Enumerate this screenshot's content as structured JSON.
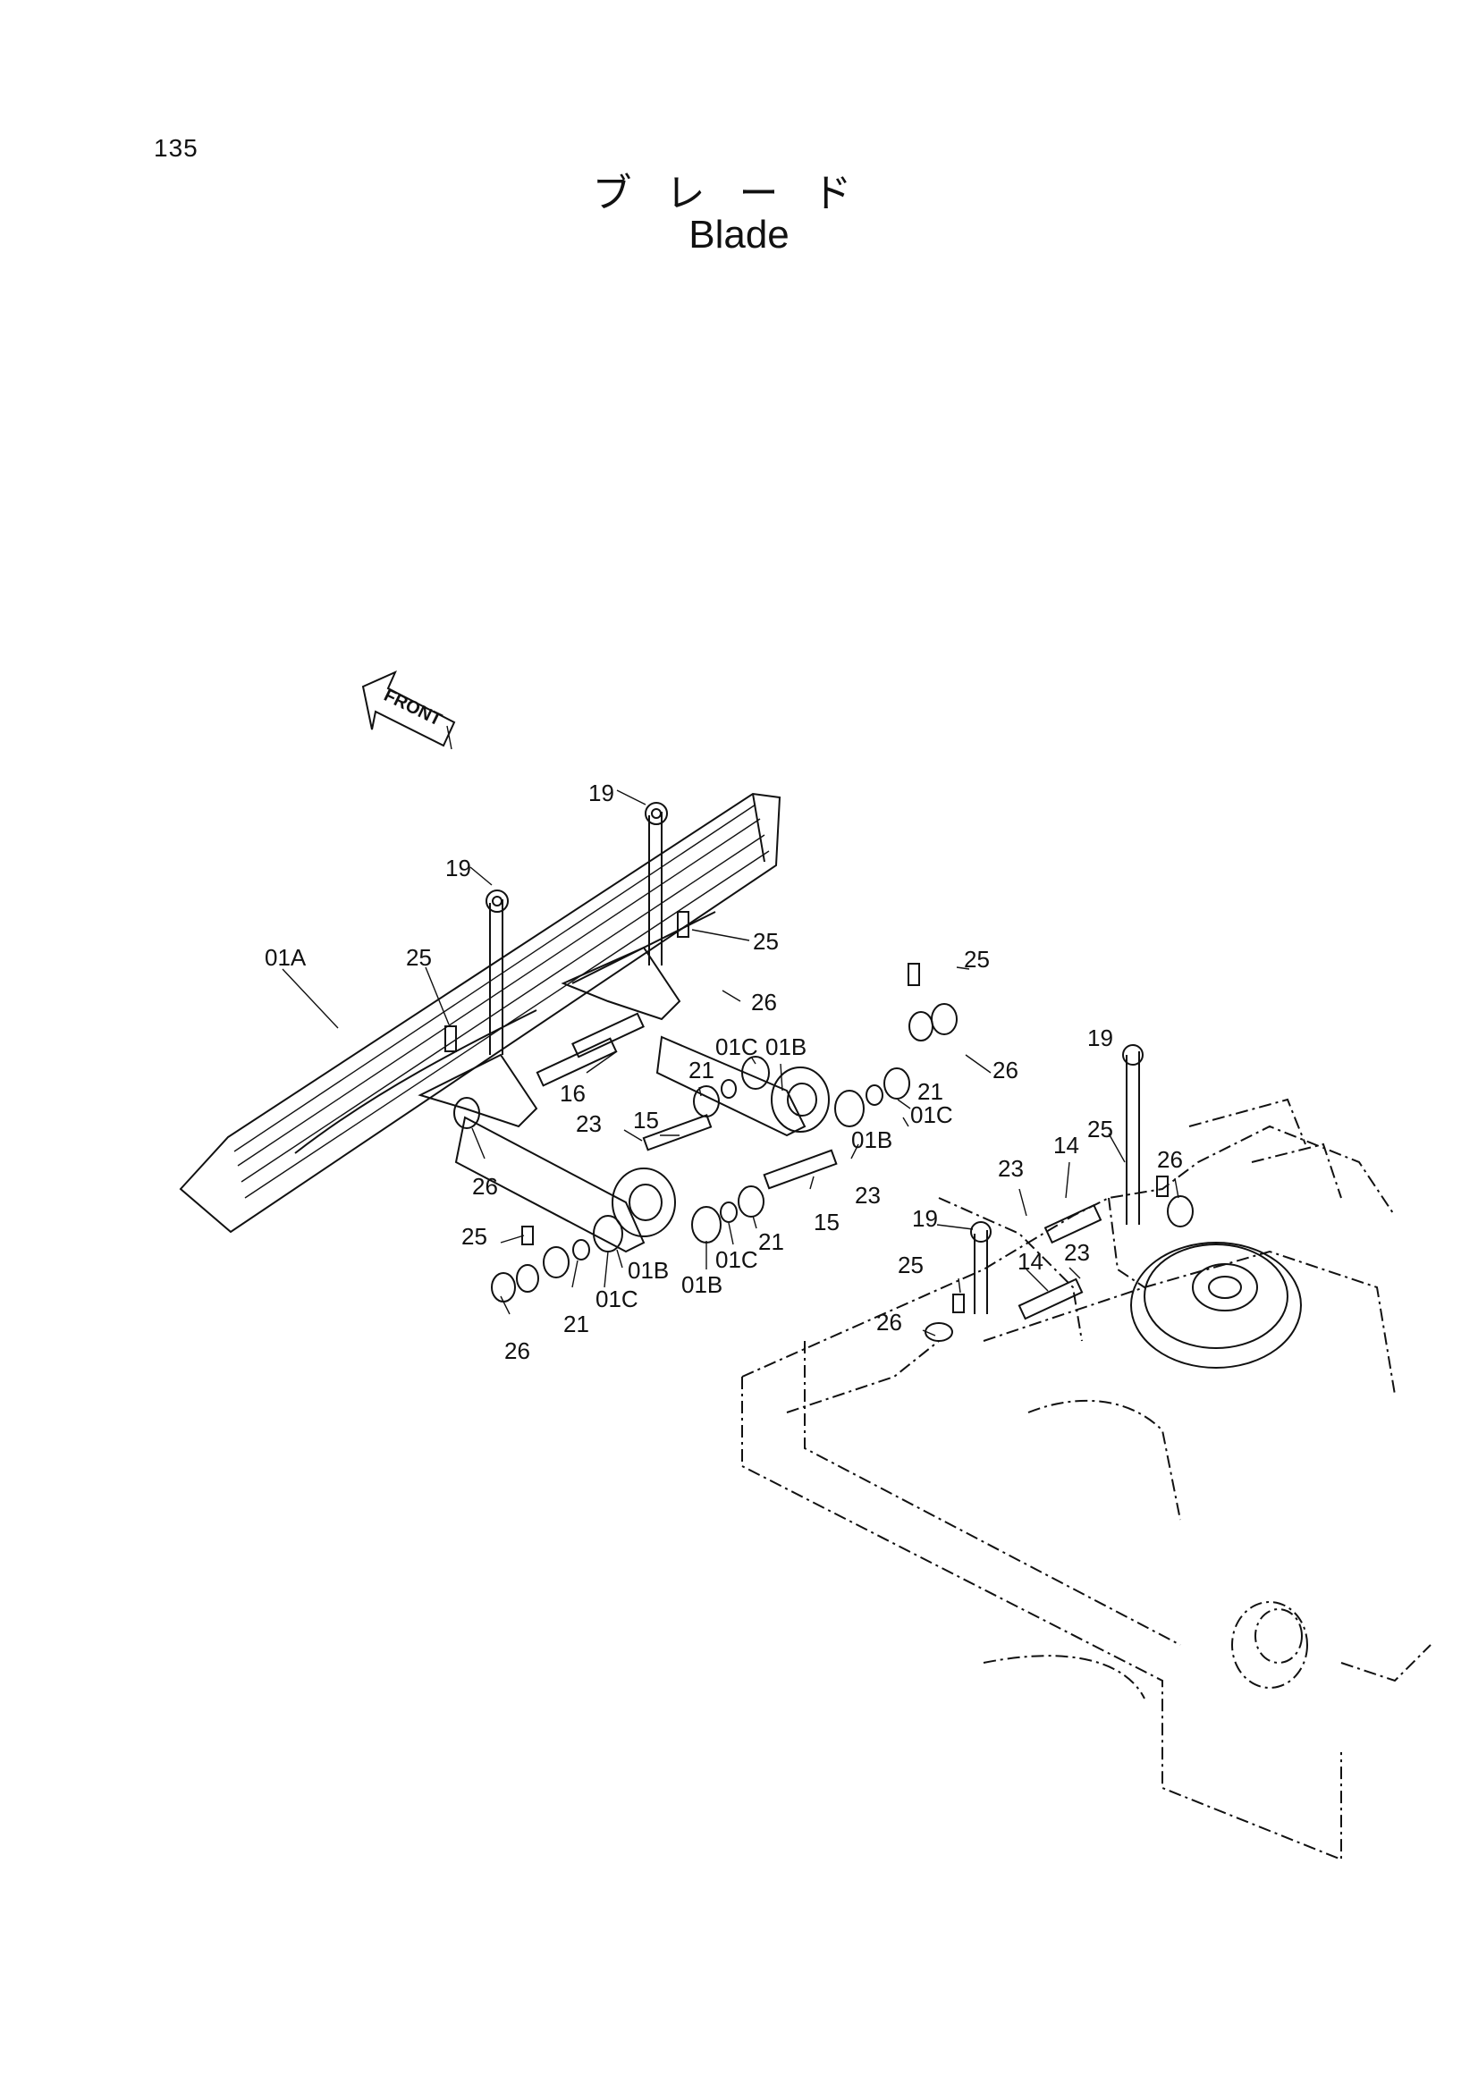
{
  "page": {
    "number": "135",
    "title_jp": "ブレード",
    "title_en": "Blade"
  },
  "front_arrow": {
    "label": "FRONT"
  },
  "part_labels": [
    {
      "id": "l1",
      "text": "19"
    },
    {
      "id": "l2",
      "text": "19"
    },
    {
      "id": "l3",
      "text": "01A"
    },
    {
      "id": "l4",
      "text": "25"
    },
    {
      "id": "l5",
      "text": "25"
    },
    {
      "id": "l6",
      "text": "26"
    },
    {
      "id": "l7",
      "text": "25"
    },
    {
      "id": "l8",
      "text": "26"
    },
    {
      "id": "l9",
      "text": "16"
    },
    {
      "id": "l10",
      "text": "21"
    },
    {
      "id": "l11",
      "text": "01C"
    },
    {
      "id": "l12",
      "text": "01B"
    },
    {
      "id": "l13",
      "text": "01C"
    },
    {
      "id": "l14",
      "text": "21"
    },
    {
      "id": "l15",
      "text": "01B"
    },
    {
      "id": "l16",
      "text": "23"
    },
    {
      "id": "l17",
      "text": "15"
    },
    {
      "id": "l18",
      "text": "26"
    },
    {
      "id": "l19",
      "text": "23"
    },
    {
      "id": "l20",
      "text": "15"
    },
    {
      "id": "l21",
      "text": "19"
    },
    {
      "id": "l22",
      "text": "25"
    },
    {
      "id": "l23",
      "text": "26"
    },
    {
      "id": "l24",
      "text": "23"
    },
    {
      "id": "l25",
      "text": "14"
    },
    {
      "id": "l26",
      "text": "23"
    },
    {
      "id": "l27",
      "text": "14"
    },
    {
      "id": "l28",
      "text": "19"
    },
    {
      "id": "l29",
      "text": "25"
    },
    {
      "id": "l30",
      "text": "26"
    },
    {
      "id": "l31",
      "text": "25"
    },
    {
      "id": "l32",
      "text": "01B"
    },
    {
      "id": "l33",
      "text": "01C"
    },
    {
      "id": "l34",
      "text": "21"
    },
    {
      "id": "l35",
      "text": "01B"
    },
    {
      "id": "l36",
      "text": "01C"
    },
    {
      "id": "l37",
      "text": "21"
    },
    {
      "id": "l38",
      "text": "26"
    }
  ]
}
